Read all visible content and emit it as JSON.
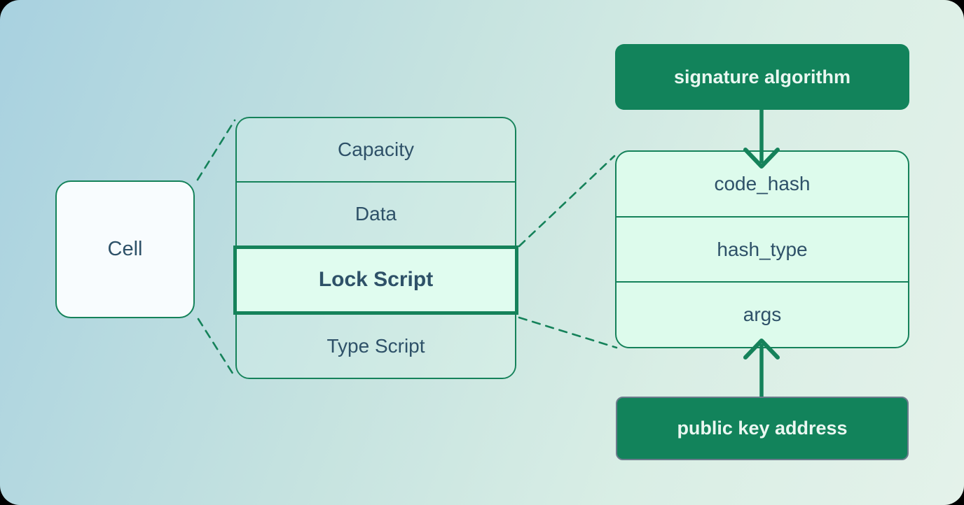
{
  "diagram": {
    "title_hint": "CKB cell / lock script structure diagram",
    "cell": {
      "label": "Cell"
    },
    "cell_structure": {
      "rows": [
        {
          "label": "Capacity",
          "highlight": false
        },
        {
          "label": "Data",
          "highlight": false
        },
        {
          "label": "Lock Script",
          "highlight": true
        },
        {
          "label": "Type Script",
          "highlight": false
        }
      ]
    },
    "lock_script_structure": {
      "rows": [
        {
          "label": "code_hash"
        },
        {
          "label": "hash_type"
        },
        {
          "label": "args"
        }
      ]
    },
    "annotations": {
      "signature_algorithm": "signature algorithm",
      "public_key_address": "public key address"
    },
    "relations": [
      "Cell expands (dashed) into Capacity/Data/Lock Script/Type Script",
      "Lock Script expands (dashed) into code_hash/hash_type/args",
      "signature algorithm points down into code_hash",
      "public key address points up into args"
    ],
    "colors": {
      "accent_green": "#15825A",
      "dark_green_fill": "#12835B",
      "mint_fill": "#DDFBEC",
      "text_dark": "#2E5168",
      "text_light": "#EAF7F1",
      "bg_gradient_start": "#A8D1E0",
      "bg_gradient_end": "#E4F2EA",
      "pub_box_border": "#6B7B8C"
    }
  }
}
